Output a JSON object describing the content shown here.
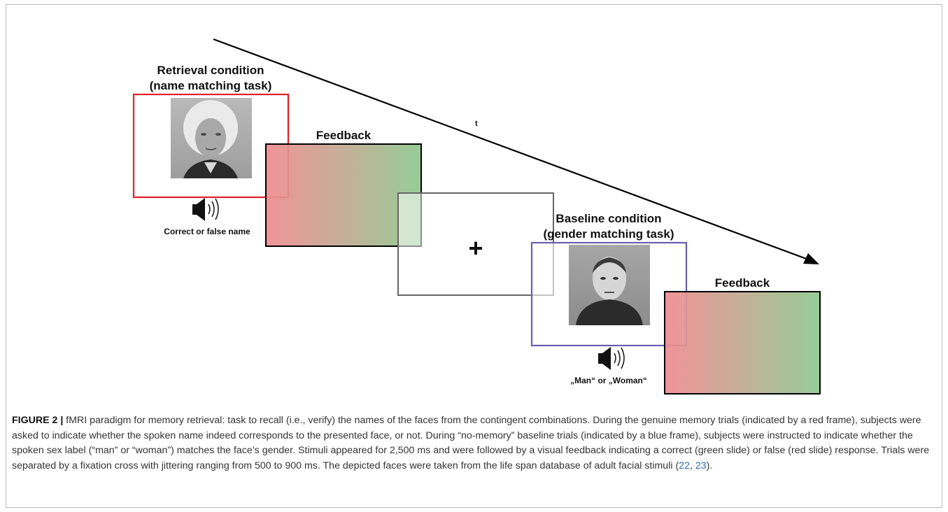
{
  "figure": {
    "time_axis_label": "t",
    "retrieval": {
      "title_line1": "Retrieval condition",
      "title_line2": "(name matching task)",
      "audio_caption": "Correct or false name",
      "frame_color": "#e0202a"
    },
    "feedback_1": {
      "title": "Feedback"
    },
    "fixation": {
      "symbol": "+"
    },
    "baseline": {
      "title_line1": "Baseline condition",
      "title_line2": "(gender matching task)",
      "audio_caption": "„Man“ or „Woman“",
      "frame_color": "#6a5fb0"
    },
    "feedback_2": {
      "title": "Feedback"
    },
    "feedback_gradient": {
      "false_color": "#f08a90",
      "correct_color": "#8ec88e"
    }
  },
  "caption": {
    "label": "FIGURE 2 |",
    "text_1": " fMRI paradigm for memory retrieval: task to recall (i.e., verify) the names of the faces from the contingent combinations. During the genuine memory trials (indicated by a red frame), subjects were asked to indicate whether the spoken name indeed corresponds to the presented face, or not. During “no-memory” baseline trials (indicated by a blue frame), subjects were instructed to indicate whether the spoken sex label (“man” or “woman”) matches the face’s gender. Stimuli appeared for 2,500 ms and were followed by a visual feedback indicating a correct (green slide) or false (red slide) response. Trials were separated by a fixation cross with jittering ranging from 500 to 900 ms. The depicted faces were taken from the life span database of adult facial stimuli (",
    "ref_1": "22",
    "sep": ", ",
    "ref_2": "23",
    "text_2": ")."
  }
}
